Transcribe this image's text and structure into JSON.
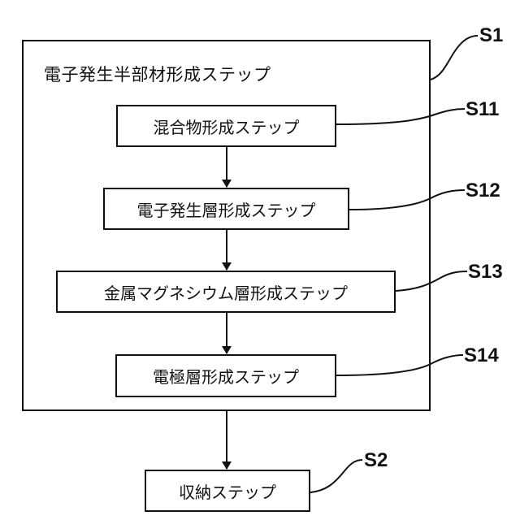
{
  "outer": {
    "title": "電子発生半部材形成ステップ",
    "tag": "S1"
  },
  "steps": [
    {
      "label": "混合物形成ステップ",
      "tag": "S11"
    },
    {
      "label": "電子発生層形成ステップ",
      "tag": "S12"
    },
    {
      "label": "金属マグネシウム層形成ステップ",
      "tag": "S13"
    },
    {
      "label": "電極層形成ステップ",
      "tag": "S14"
    }
  ],
  "final": {
    "label": "収納ステップ",
    "tag": "S2"
  }
}
